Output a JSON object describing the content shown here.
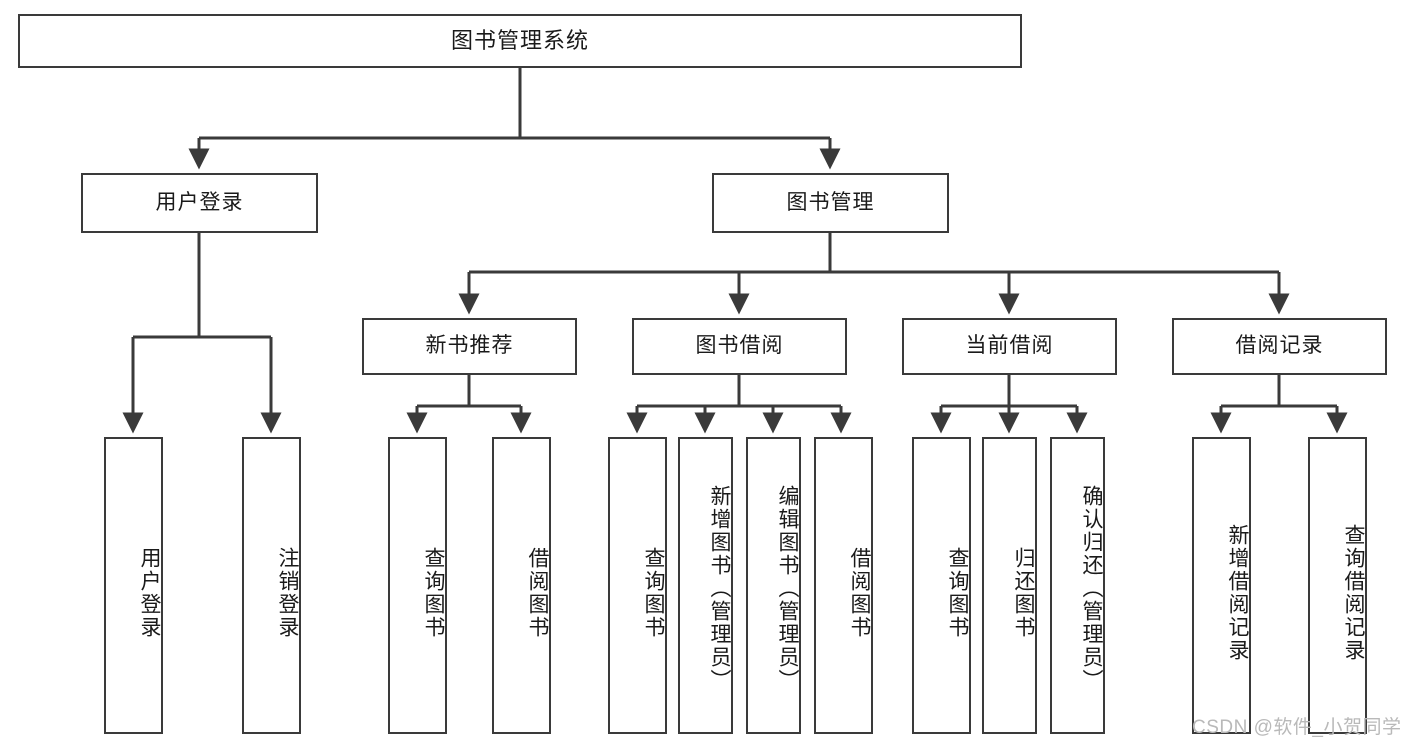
{
  "diagram": {
    "type": "tree",
    "title": "图书管理系统",
    "background_color": "#ffffff",
    "stroke_color": "#3a3a3a",
    "text_color": "#1a1a1a"
  },
  "watermark": {
    "text": "CSDN @软件_小贺同学",
    "color": "#b9b9b9"
  },
  "nodes": {
    "root": {
      "label": "图书管理系统"
    },
    "level1": [
      {
        "label": "用户登录"
      },
      {
        "label": "图书管理"
      }
    ],
    "level2": [
      {
        "label": "新书推荐"
      },
      {
        "label": "图书借阅"
      },
      {
        "label": "当前借阅"
      },
      {
        "label": "借阅记录"
      }
    ],
    "leaves": {
      "user_login": [
        {
          "label": "用户登录"
        },
        {
          "label": "注销登录"
        }
      ],
      "new_book_recommend": [
        {
          "label": "查询图书"
        },
        {
          "label": "借阅图书"
        }
      ],
      "book_borrow": [
        {
          "label": "查询图书"
        },
        {
          "label": "新增图书（管理员）"
        },
        {
          "label": "编辑图书（管理员）"
        },
        {
          "label": "借阅图书"
        }
      ],
      "current_borrow": [
        {
          "label": "查询图书"
        },
        {
          "label": "归还图书"
        },
        {
          "label": "确认归还（管理员）"
        }
      ],
      "borrow_record": [
        {
          "label": "新增借阅记录"
        },
        {
          "label": "查询借阅记录"
        }
      ]
    }
  }
}
